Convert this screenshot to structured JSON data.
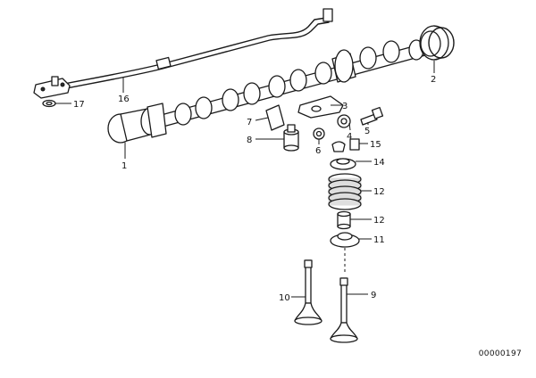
{
  "diagram": {
    "callouts": {
      "c1": "1",
      "c2": "2",
      "c3": "3",
      "c4": "4",
      "c5": "5",
      "c6": "6",
      "c7": "7",
      "c8": "8",
      "c9": "9",
      "c10": "10",
      "c11": "11",
      "c12a": "12",
      "c12b": "12",
      "c14": "14",
      "c15": "15",
      "c16": "16",
      "c17": "17"
    },
    "reference_code": "00000197"
  }
}
